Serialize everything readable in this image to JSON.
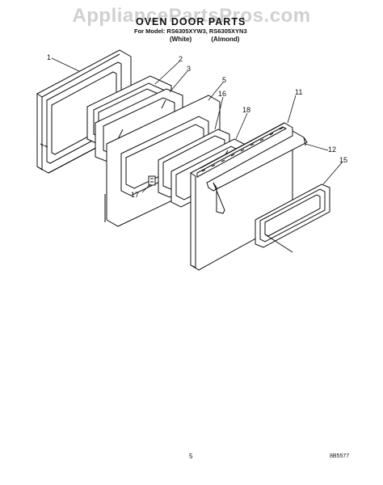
{
  "watermark": "AppliancePartsPros.com",
  "header": {
    "title": "OVEN DOOR PARTS",
    "model_line": "For Model: RS6305XYW3, RS6305XYN3",
    "color_white": "(White)",
    "color_almond": "(Almond)"
  },
  "callouts": {
    "c1": "1",
    "c2": "2",
    "c3": "3",
    "c5": "5",
    "c11": "11",
    "c12": "12",
    "c15": "15",
    "c16": "16",
    "c17": "17",
    "c18": "18"
  },
  "footer": {
    "page_number": "5",
    "doc_code": "8B5577"
  }
}
